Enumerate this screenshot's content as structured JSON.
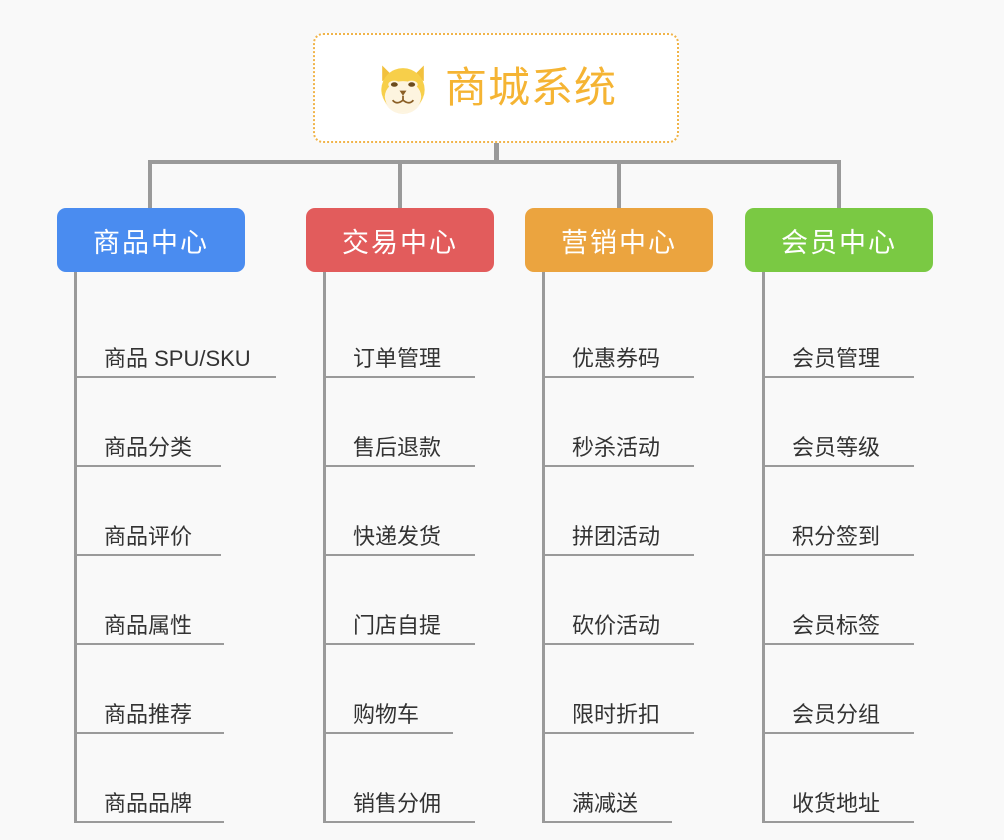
{
  "page": {
    "background_color": "#f9f9f9",
    "connector_color": "#9a9a9a"
  },
  "root": {
    "title": "商城系统",
    "icon": "shiba-dog-face-icon",
    "text_color": "#f5b433",
    "border_color": "#f0b44a",
    "background_color": "#ffffff"
  },
  "columns": [
    {
      "header": "商品中心",
      "color": "#4a8cf0",
      "items": [
        "商品 SPU/SKU",
        "商品分类",
        "商品评价",
        "商品属性",
        "商品推荐",
        "商品品牌"
      ]
    },
    {
      "header": "交易中心",
      "color": "#e25c5c",
      "items": [
        "订单管理",
        "售后退款",
        "快递发货",
        "门店自提",
        "购物车",
        "销售分佣"
      ]
    },
    {
      "header": "营销中心",
      "color": "#eba43f",
      "items": [
        "优惠券码",
        "秒杀活动",
        "拼团活动",
        "砍价活动",
        "限时折扣",
        "满减送"
      ]
    },
    {
      "header": "会员中心",
      "color": "#7ac943",
      "items": [
        "会员管理",
        "会员等级",
        "积分签到",
        "会员标签",
        "会员分组",
        "收货地址"
      ]
    }
  ]
}
